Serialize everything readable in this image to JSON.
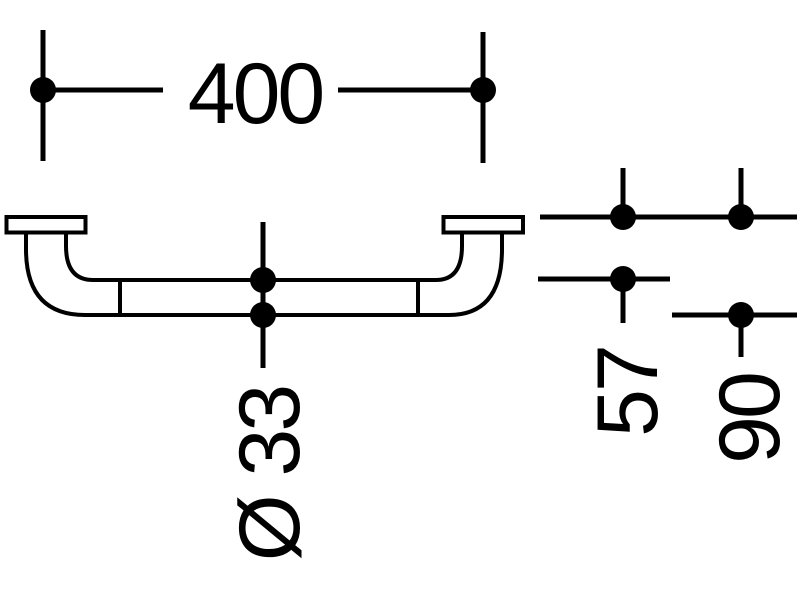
{
  "colors": {
    "background": "#ffffff",
    "ink": "#000000"
  },
  "drawing": {
    "labels": {
      "length": "400",
      "diameter": "Ø 33",
      "wall_to_top": "57",
      "wall_to_bottom": "90"
    }
  }
}
